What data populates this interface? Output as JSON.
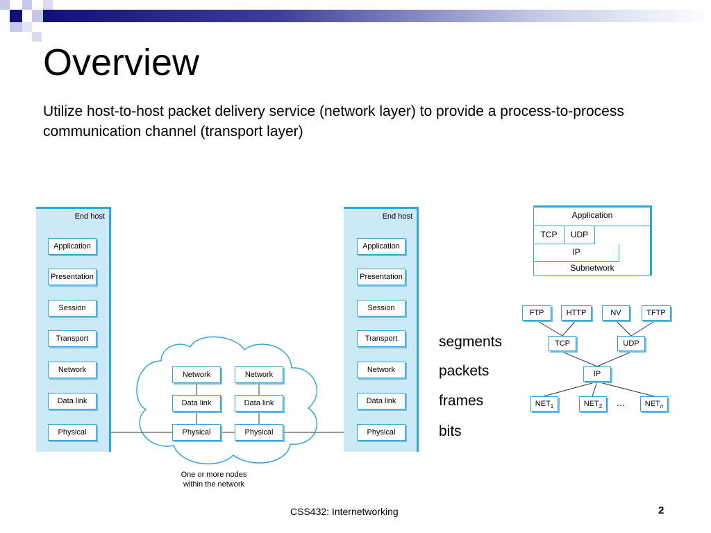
{
  "slide": {
    "title": "Overview",
    "subtitle": "Utilize host-to-host packet delivery service (network layer) to provide a process-to-process communication channel (transport layer)",
    "footer": "CSS432: Internetworking",
    "page_number": "2"
  },
  "osi_diagram": {
    "host_label": "End host",
    "layers": [
      "Application",
      "Presentation",
      "Session",
      "Transport",
      "Network",
      "Data link",
      "Physical"
    ],
    "node_layers": [
      "Network",
      "Data link",
      "Physical"
    ],
    "cloud_caption_line1": "One or more nodes",
    "cloud_caption_line2": "within the network"
  },
  "unit_labels": [
    "segments",
    "packets",
    "frames",
    "bits"
  ],
  "internet_stack": {
    "application": "Application",
    "tcp": "TCP",
    "udp": "UDP",
    "ip": "IP",
    "subnetwork": "Subnetwork"
  },
  "hourglass": {
    "apps": [
      "FTP",
      "HTTP",
      "NV",
      "TFTP"
    ],
    "transports": [
      "TCP",
      "UDP"
    ],
    "ip": "IP",
    "net_prefix": "NET",
    "net_subscripts": [
      "1",
      "2",
      "n"
    ],
    "ellipsis": "..."
  },
  "colors": {
    "accent_blue": "#34a3d8",
    "host_fill": "#cbe9f6",
    "deco_navy": "#10107a"
  }
}
